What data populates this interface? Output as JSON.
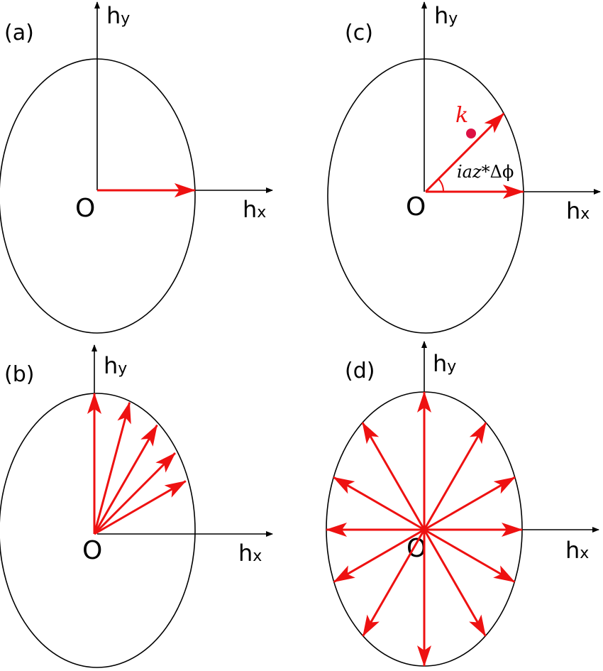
{
  "colors": {
    "axis": "#000000",
    "vector": "#ee1111",
    "ellipse": "#000000"
  },
  "icons": [
    "arrowhead-icon"
  ],
  "axes": {
    "x_label": "h",
    "x_sub": "x",
    "y_label": "h",
    "y_sub": "y",
    "origin_label": "O"
  },
  "panels": [
    {
      "label": "(a)",
      "vector_angles_deg": [
        0
      ]
    },
    {
      "label": "(b)",
      "vector_angles_deg": [
        90,
        75,
        60,
        45,
        30
      ]
    },
    {
      "label": "(c)",
      "vector_angles_deg": [
        0,
        45
      ],
      "k_label": "k",
      "angle_label_italic": "iaz",
      "angle_label_rest": "*Δϕ"
    },
    {
      "label": "(d)",
      "vector_angles_deg": [
        0,
        30,
        60,
        90,
        120,
        150,
        180,
        210,
        240,
        270,
        300,
        330
      ]
    }
  ]
}
